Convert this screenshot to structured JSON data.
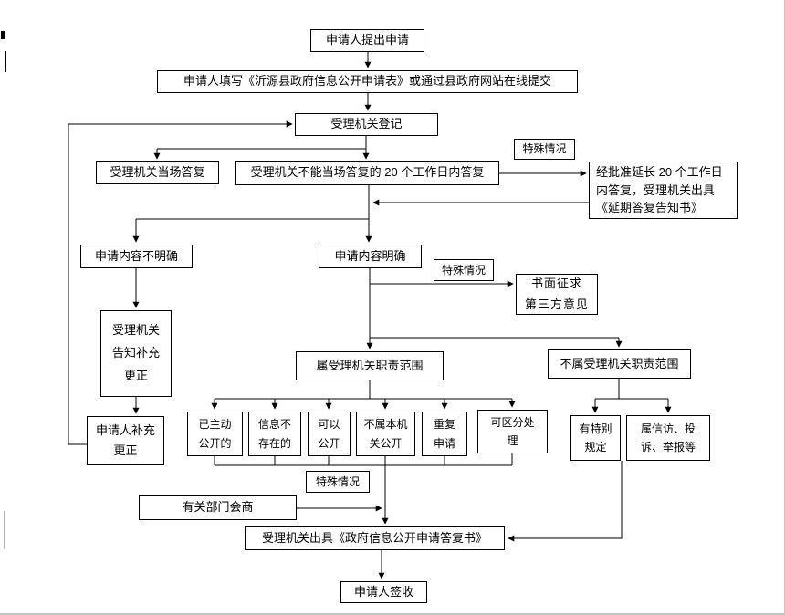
{
  "page": {
    "background": "#ffffff",
    "line_color": "#000000",
    "box_border_color": "#000000",
    "text_color": "#000000"
  },
  "nodes": {
    "submit": "申请人提出申请",
    "fill": "申请人填写《沂源县政府信息公开申请表》或通过县政府网站在线提交",
    "register": "受理机关登记",
    "onspot": "受理机关当场答复",
    "within20": "受理机关不能当场答复的 20 个工作日内答复",
    "special1": "特殊情况",
    "extend": "经批准延长 20 个工作日\n内答复，受理机关出具\n《延期答复告知书》",
    "unclear": "申请内容不明确",
    "clear": "申请内容明确",
    "special2": "特殊情况",
    "thirdparty": "书面征求\n第三方意见",
    "notify": "受理机关\n告知补充\n更正",
    "inscope": "属受理机关职责范围",
    "outscope": "不属受理机关职责范围",
    "supplement": "申请人补充\n更正",
    "already_public": "已主动\n公开的",
    "nonexist": "信息不\n存在的",
    "can_open": "可以\n公开",
    "not_this_org": "不属本机\n关公开",
    "repeat": "重复\n申请",
    "divisible": "可区分处\n理",
    "special_rule": "有特别\n规定",
    "petition": "属信访、投\n诉、举报等",
    "special3": "特殊情况",
    "consult": "有关部门会商",
    "reply": "受理机关出具《政府信息公开申请答复书》",
    "sign": "申请人签收"
  }
}
